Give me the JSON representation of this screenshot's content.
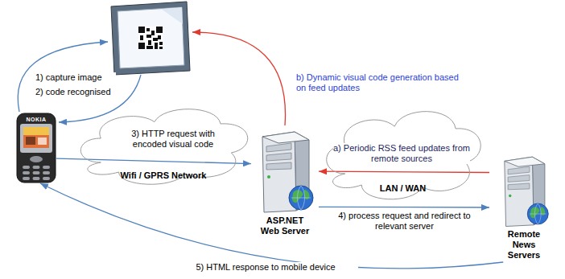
{
  "diagram": {
    "nodes": [
      {
        "text": [
          "NOKIA"
        ]
      },
      {
        "text": [
          "Wifi / GPRS Network"
        ]
      },
      {
        "text": [
          "ASP.NET Web Server"
        ]
      },
      {
        "text": [
          "LAN / WAN"
        ]
      },
      {
        "text": [
          "Remote News Servers"
        ]
      }
    ],
    "edges": [
      {
        "from": 0,
        "to": 2,
        "label": "3) HTTP request with encoded visual code",
        "arrow": "to"
      },
      {
        "from": 4,
        "to": 2,
        "label": "a) Periodic RSS feed updates from remote sources",
        "arrow": "to"
      },
      {
        "from": 2,
        "to": 4,
        "label": "4) process request and redirect to relevant server",
        "arrow": "to"
      },
      {
        "from": 4,
        "to": 0,
        "label": "5) HTML response to mobile device",
        "arrow": "to"
      }
    ],
    "labels": [
      "1) capture image",
      "2) code recognised",
      "b) Dynamic visual code generation based on feed updates"
    ]
  }
}
